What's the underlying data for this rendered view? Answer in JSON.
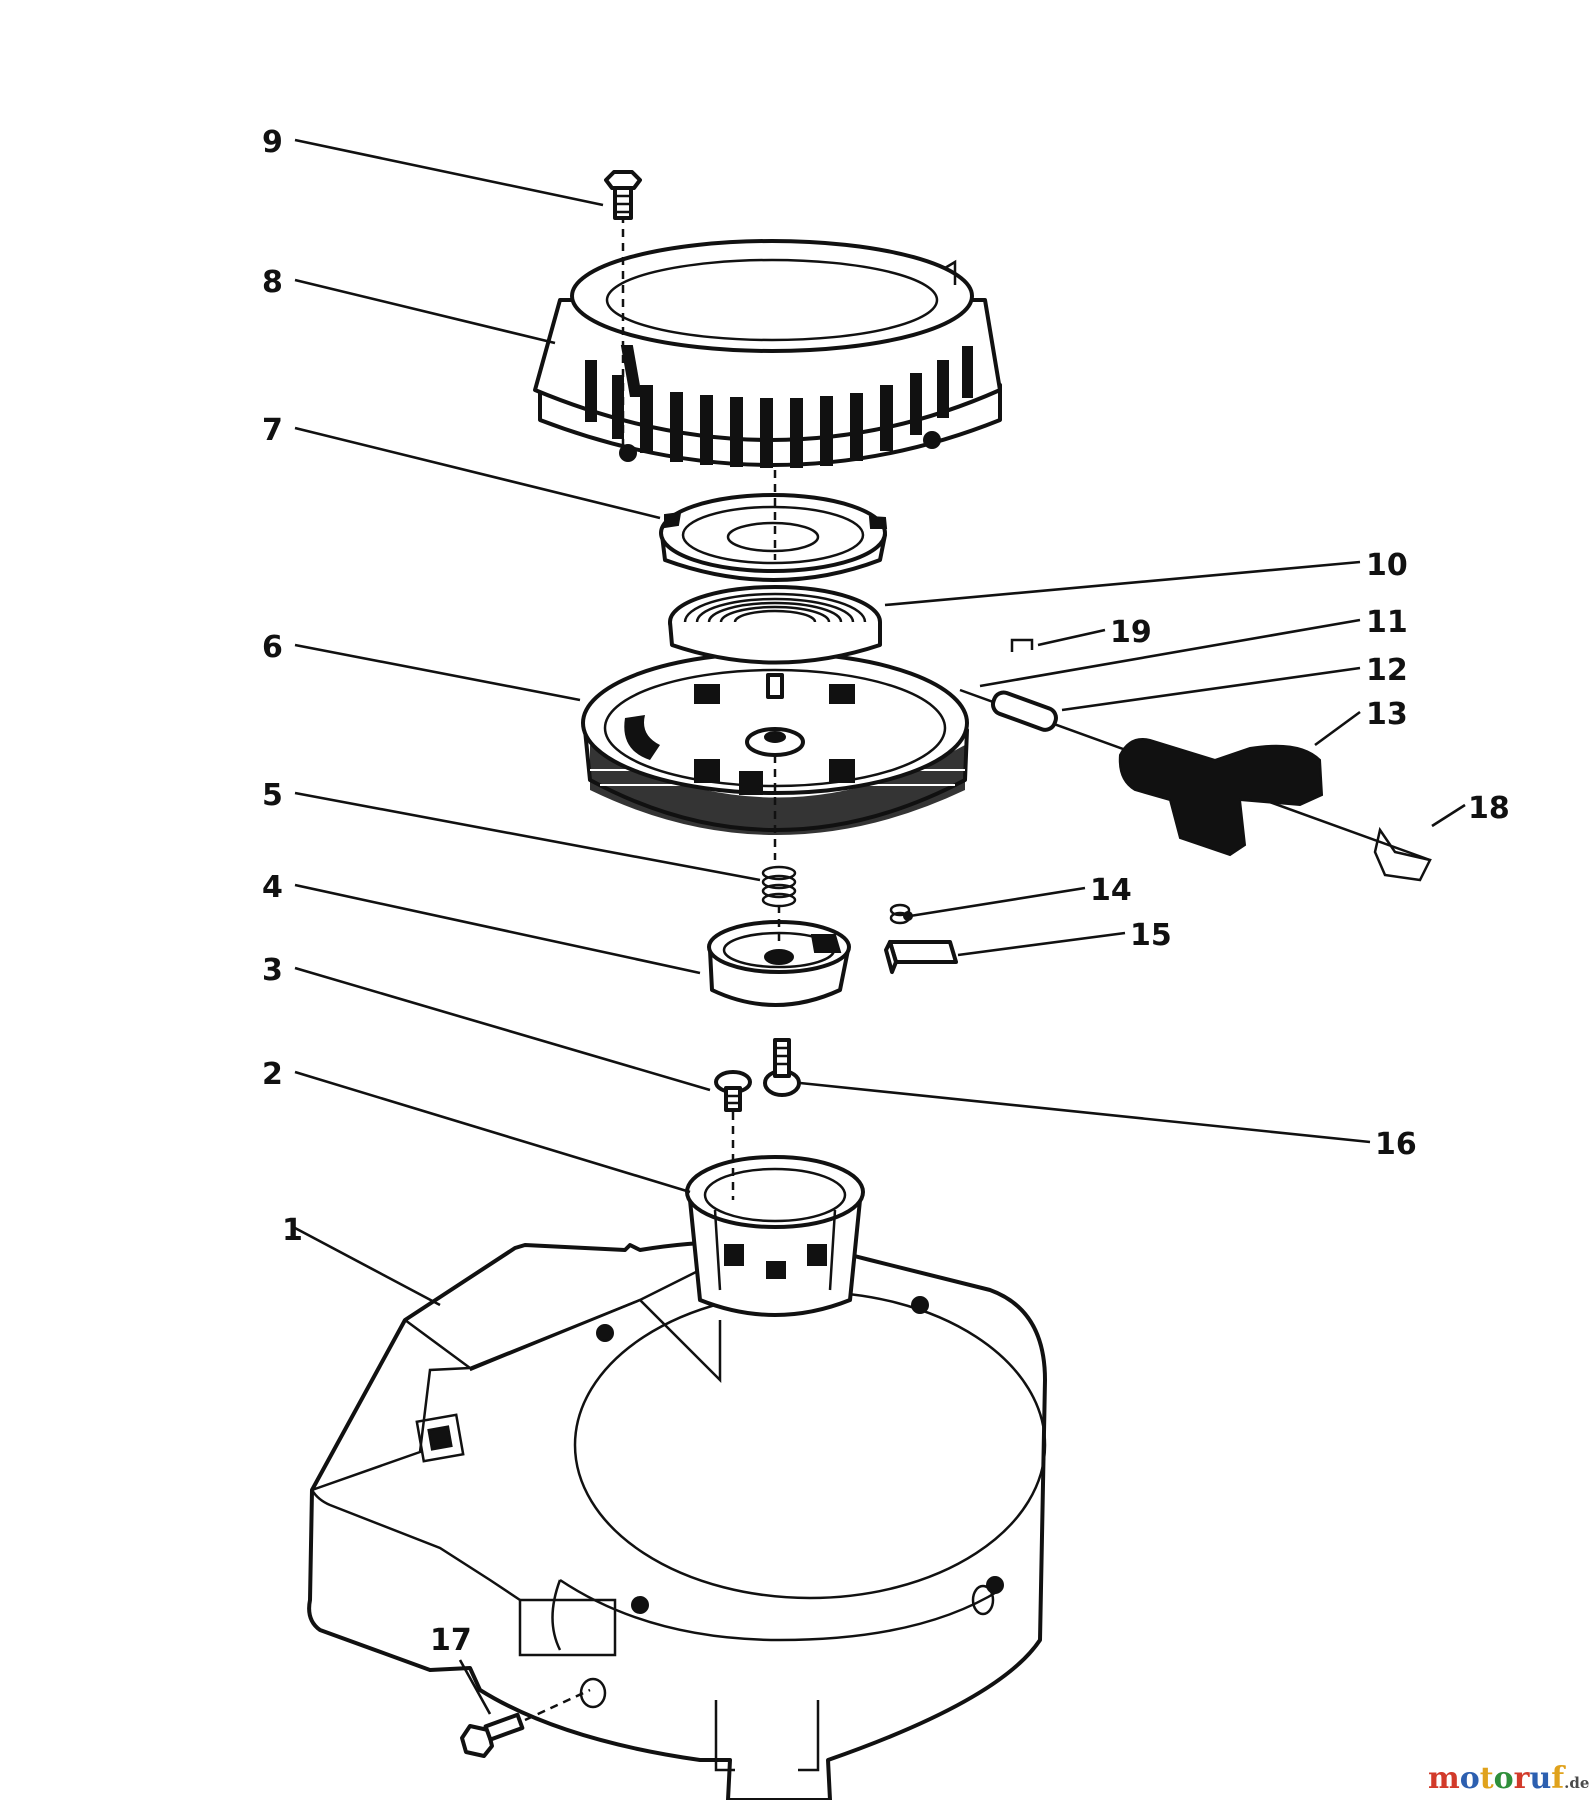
{
  "callouts": [
    {
      "id": "1",
      "label": "1"
    },
    {
      "id": "2",
      "label": "2"
    },
    {
      "id": "3",
      "label": "3"
    },
    {
      "id": "4",
      "label": "4"
    },
    {
      "id": "5",
      "label": "5"
    },
    {
      "id": "6",
      "label": "6"
    },
    {
      "id": "7",
      "label": "7"
    },
    {
      "id": "8",
      "label": "8"
    },
    {
      "id": "9",
      "label": "9"
    },
    {
      "id": "10",
      "label": "10"
    },
    {
      "id": "11",
      "label": "11"
    },
    {
      "id": "12",
      "label": "12"
    },
    {
      "id": "13",
      "label": "13"
    },
    {
      "id": "14",
      "label": "14"
    },
    {
      "id": "15",
      "label": "15"
    },
    {
      "id": "16",
      "label": "16"
    },
    {
      "id": "17",
      "label": "17"
    },
    {
      "id": "18",
      "label": "18"
    },
    {
      "id": "19",
      "label": "19"
    }
  ],
  "watermark": {
    "brand": "motoruf",
    "suffix": ".de",
    "letter_colors": [
      "#d23a2a",
      "#2c5fb0",
      "#e0a21c",
      "#2f8f3a",
      "#d23a2a",
      "#2c5fb0",
      "#e0a21c"
    ]
  }
}
